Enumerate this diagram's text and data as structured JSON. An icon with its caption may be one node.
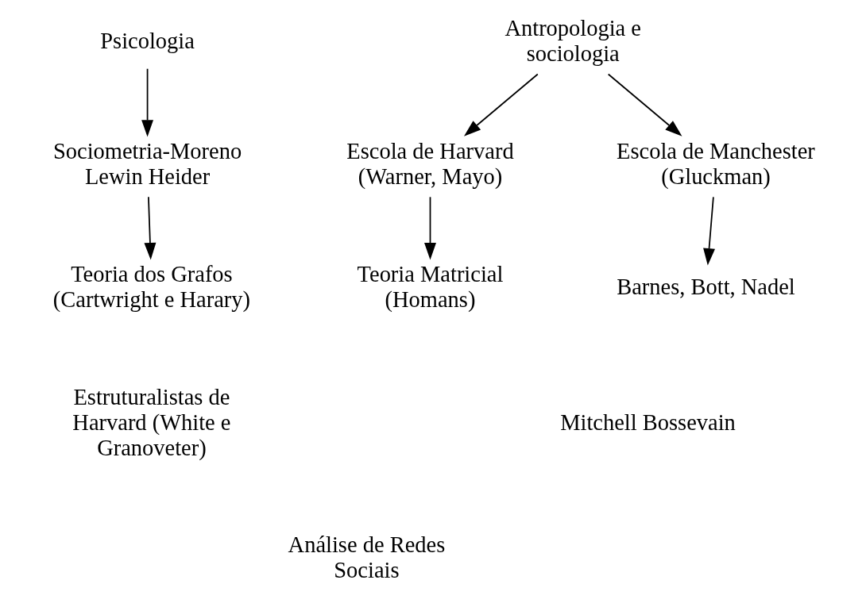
{
  "diagram": {
    "nodes": [
      {
        "text": [
          "Psicologia"
        ]
      },
      {
        "text": [
          "Antropologia e sociologia"
        ]
      },
      {
        "text": [
          "Sociometria-Moreno Lewin Heider"
        ]
      },
      {
        "text": [
          "Escola de Harvard (Warner, Mayo)"
        ]
      },
      {
        "text": [
          "Escola de Manchester (Gluckman)"
        ]
      },
      {
        "text": [
          "Teoria dos Grafos (Cartwright e Harary)"
        ]
      },
      {
        "text": [
          "Teoria Matricial (Homans)"
        ]
      },
      {
        "text": [
          "Barnes, Bott, Nadel"
        ]
      },
      {
        "text": [
          "Estruturalistas de Harvard (White e Granoveter)"
        ]
      },
      {
        "text": [
          "Mitchell Bossevain"
        ]
      },
      {
        "text": [
          "Análise de Redes Sociais"
        ]
      }
    ],
    "edges": [
      {
        "from": 0,
        "to": 2,
        "arrow": "to"
      },
      {
        "from": 1,
        "to": 3,
        "arrow": "to"
      },
      {
        "from": 1,
        "to": 4,
        "arrow": "to"
      },
      {
        "from": 2,
        "to": 5,
        "arrow": "to"
      },
      {
        "from": 3,
        "to": 6,
        "arrow": "to"
      },
      {
        "from": 4,
        "to": 7,
        "arrow": "to"
      }
    ]
  }
}
